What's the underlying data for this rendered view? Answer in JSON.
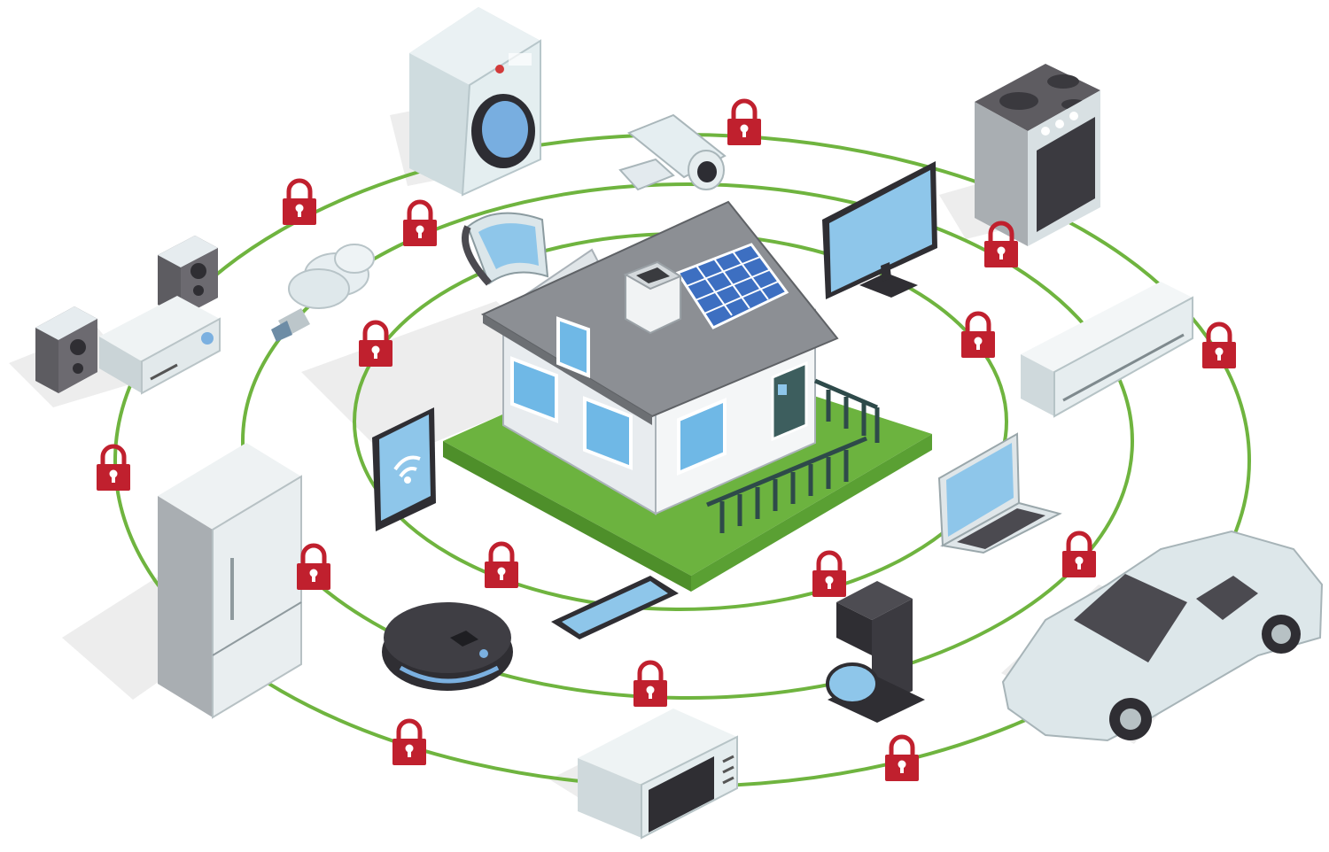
{
  "colors": {
    "ring": "#6fb43f",
    "lock": "#c0202e",
    "lawn": "#6cb33f",
    "roof": "#8c8f94",
    "wall": "#e7ebee",
    "glass": "#8ec6ea",
    "panel": "#3d6fc1",
    "appliance": "#e3eaee",
    "appliance_dark": "#3b3a40",
    "shadow": "#ececec"
  },
  "diagram": {
    "center": "smart-home",
    "rings": [
      "inner-ring",
      "middle-ring",
      "outer-ring"
    ],
    "lock_icon": "padlock-icon",
    "devices": [
      "washing-machine-icon",
      "security-camera-icon",
      "stove-icon",
      "speakers-icon",
      "media-player-icon",
      "smart-bulb-icon",
      "smart-watch-icon",
      "monitor-icon",
      "air-conditioner-icon",
      "tablet-icon",
      "laptop-icon",
      "refrigerator-icon",
      "smartphone-icon",
      "robot-vacuum-icon",
      "coffee-maker-icon",
      "car-icon",
      "microwave-icon"
    ]
  }
}
